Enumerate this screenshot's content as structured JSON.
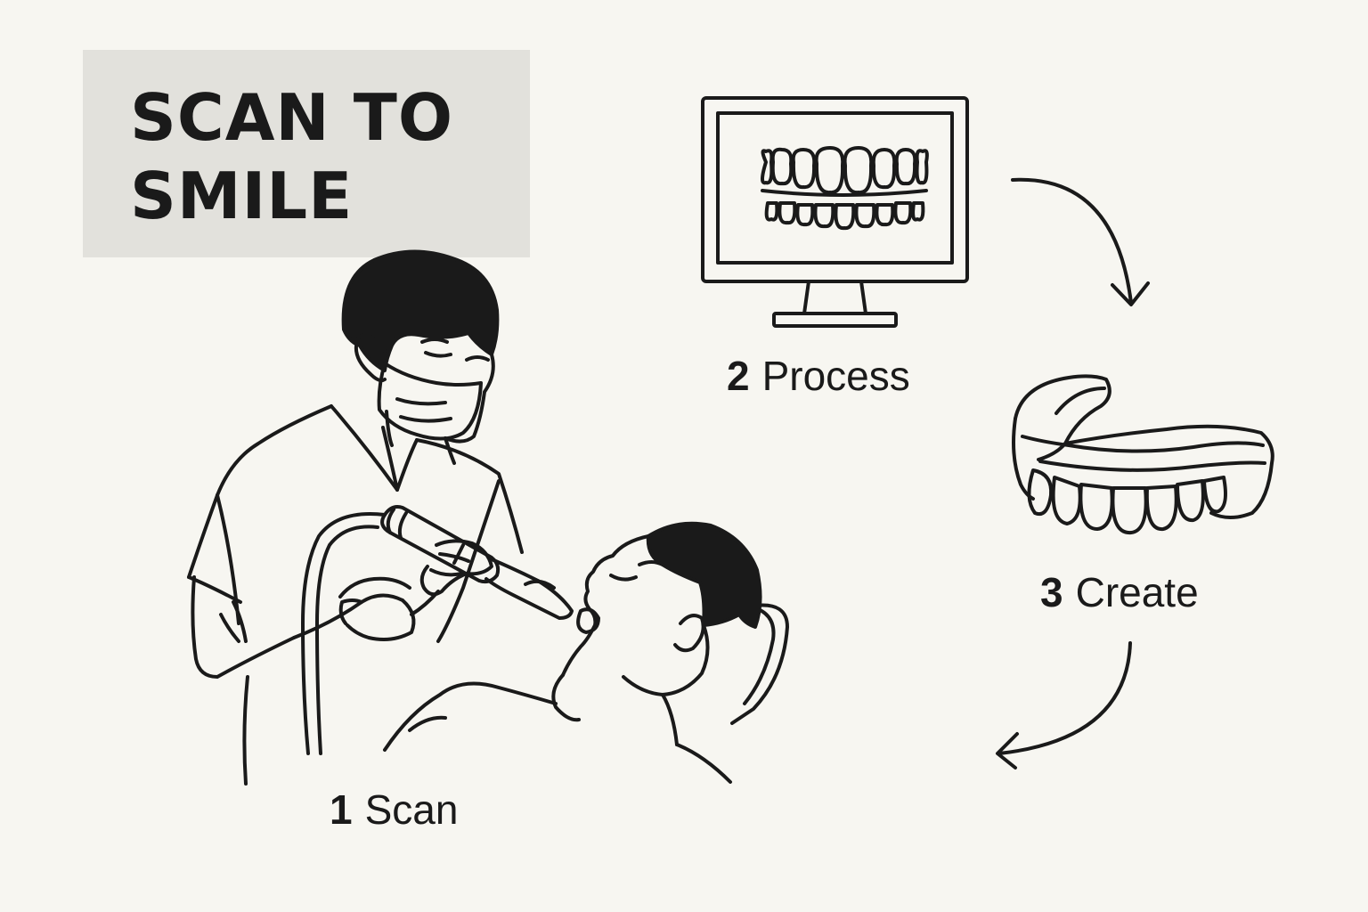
{
  "title": {
    "line1": "SCAN TO",
    "line2": "SMILE"
  },
  "steps": [
    {
      "number": "1",
      "label": "Scan"
    },
    {
      "number": "2",
      "label": "Process"
    },
    {
      "number": "3",
      "label": "Create"
    }
  ],
  "colors": {
    "background": "#f7f6f1",
    "title_box": "#e2e1dc",
    "ink": "#1a1a1a"
  },
  "icons": [
    "dentist-illustration",
    "patient-illustration",
    "intraoral-scanner-icon",
    "monitor-teeth-icon",
    "clear-aligner-icon",
    "arrow-icon"
  ]
}
